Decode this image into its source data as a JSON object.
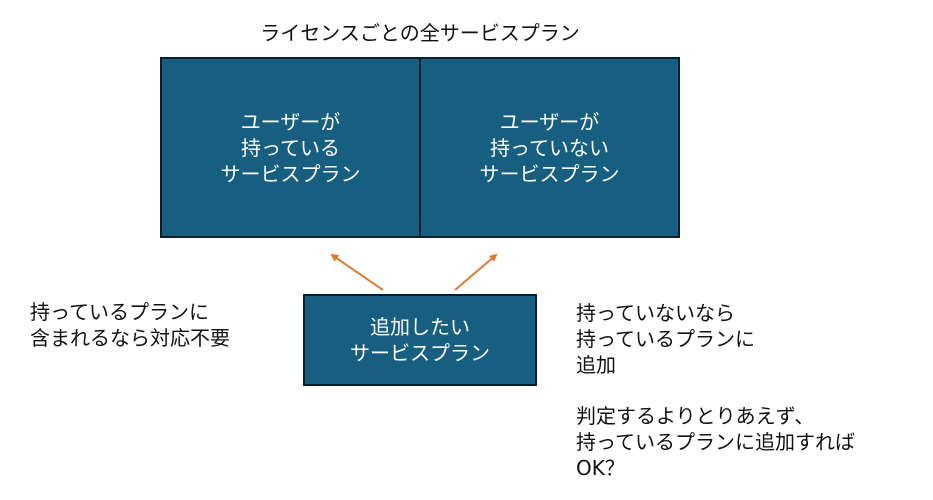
{
  "title": "ライセンスごとの全サービスプラン",
  "box_left": {
    "lines": [
      "ユーザーが",
      "持っている",
      "サービスプラン"
    ]
  },
  "box_right": {
    "lines": [
      "ユーザーが",
      "持っていない",
      "サービスプラン"
    ]
  },
  "box_center": {
    "lines": [
      "追加したい",
      "サービスプラン"
    ]
  },
  "note_left": {
    "lines": [
      "持っているプランに",
      "含まれるなら対応不要"
    ]
  },
  "note_right_1": {
    "lines": [
      "持っていないなら",
      "持っているプランに",
      "追加"
    ]
  },
  "note_right_2": {
    "lines": [
      "判定するよりとりあえず、",
      "持っているプランに追加すれば",
      "OK？"
    ]
  },
  "colors": {
    "box_fill": "#175f80",
    "box_border": "#0b1f2b",
    "arrow": "#e07a2f"
  }
}
